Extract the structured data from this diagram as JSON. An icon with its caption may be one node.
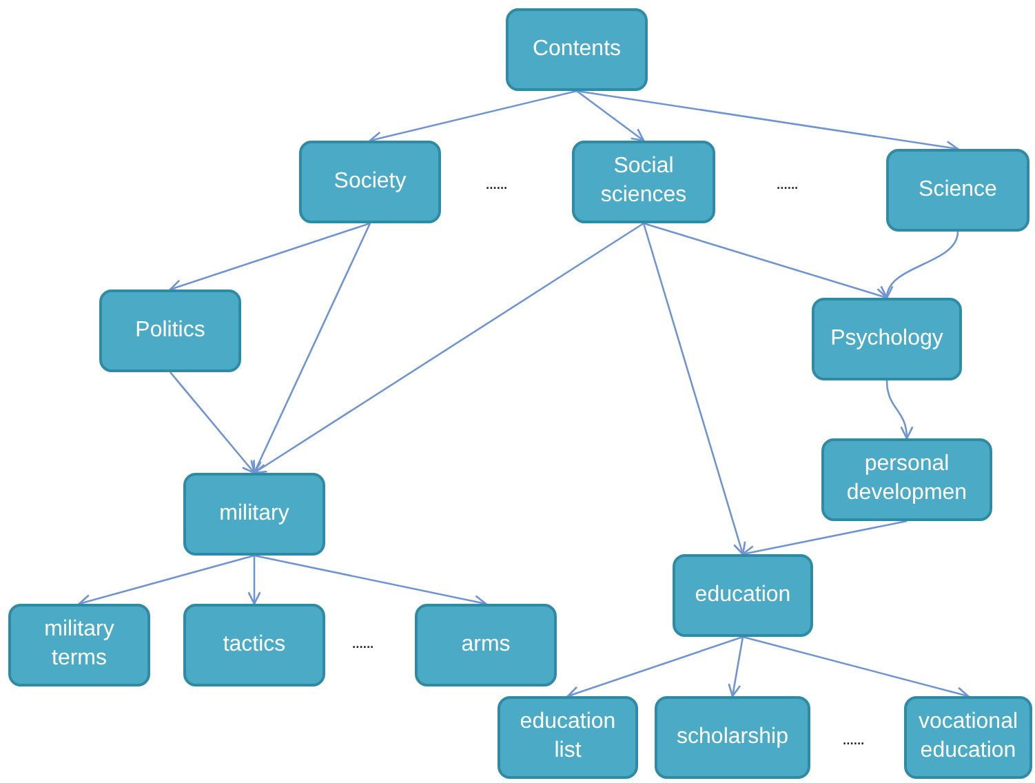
{
  "diagram": {
    "nodes": [
      {
        "text": [
          "Contents"
        ]
      },
      {
        "text": [
          "Society"
        ]
      },
      {
        "text": [
          "Social sciences"
        ]
      },
      {
        "text": [
          "Science"
        ]
      },
      {
        "text": [
          "Politics"
        ]
      },
      {
        "text": [
          "Psychology"
        ]
      },
      {
        "text": [
          "personal developmen"
        ]
      },
      {
        "text": [
          "military"
        ]
      },
      {
        "text": [
          "education"
        ]
      },
      {
        "text": [
          "military terms"
        ]
      },
      {
        "text": [
          "tactics"
        ]
      },
      {
        "text": [
          "arms"
        ]
      },
      {
        "text": [
          "education list"
        ]
      },
      {
        "text": [
          "scholarship"
        ]
      },
      {
        "text": [
          "vocational education"
        ]
      }
    ],
    "edges": [
      {
        "from": 0,
        "to": 1,
        "arrow": "to"
      },
      {
        "from": 0,
        "to": 2,
        "arrow": "to"
      },
      {
        "from": 0,
        "to": 3,
        "arrow": "to"
      },
      {
        "from": 1,
        "to": 4,
        "arrow": "to"
      },
      {
        "from": 1,
        "to": 7,
        "arrow": "to"
      },
      {
        "from": 2,
        "to": 7,
        "arrow": "to"
      },
      {
        "from": 2,
        "to": 5,
        "arrow": "to"
      },
      {
        "from": 2,
        "to": 8,
        "arrow": "to"
      },
      {
        "from": 3,
        "to": 5,
        "arrow": "to"
      },
      {
        "from": 4,
        "to": 7,
        "arrow": "to"
      },
      {
        "from": 5,
        "to": 6,
        "arrow": "to"
      },
      {
        "from": 6,
        "to": 8,
        "arrow": "to"
      },
      {
        "from": 7,
        "to": 9,
        "arrow": "to"
      },
      {
        "from": 7,
        "to": 10,
        "arrow": "to"
      },
      {
        "from": 7,
        "to": 11,
        "arrow": "to"
      },
      {
        "from": 8,
        "to": 12,
        "arrow": "to"
      },
      {
        "from": 8,
        "to": 13,
        "arrow": "to"
      },
      {
        "from": 8,
        "to": 14,
        "arrow": "to"
      }
    ],
    "labels": [
      "......",
      "......",
      "......",
      "......"
    ]
  }
}
